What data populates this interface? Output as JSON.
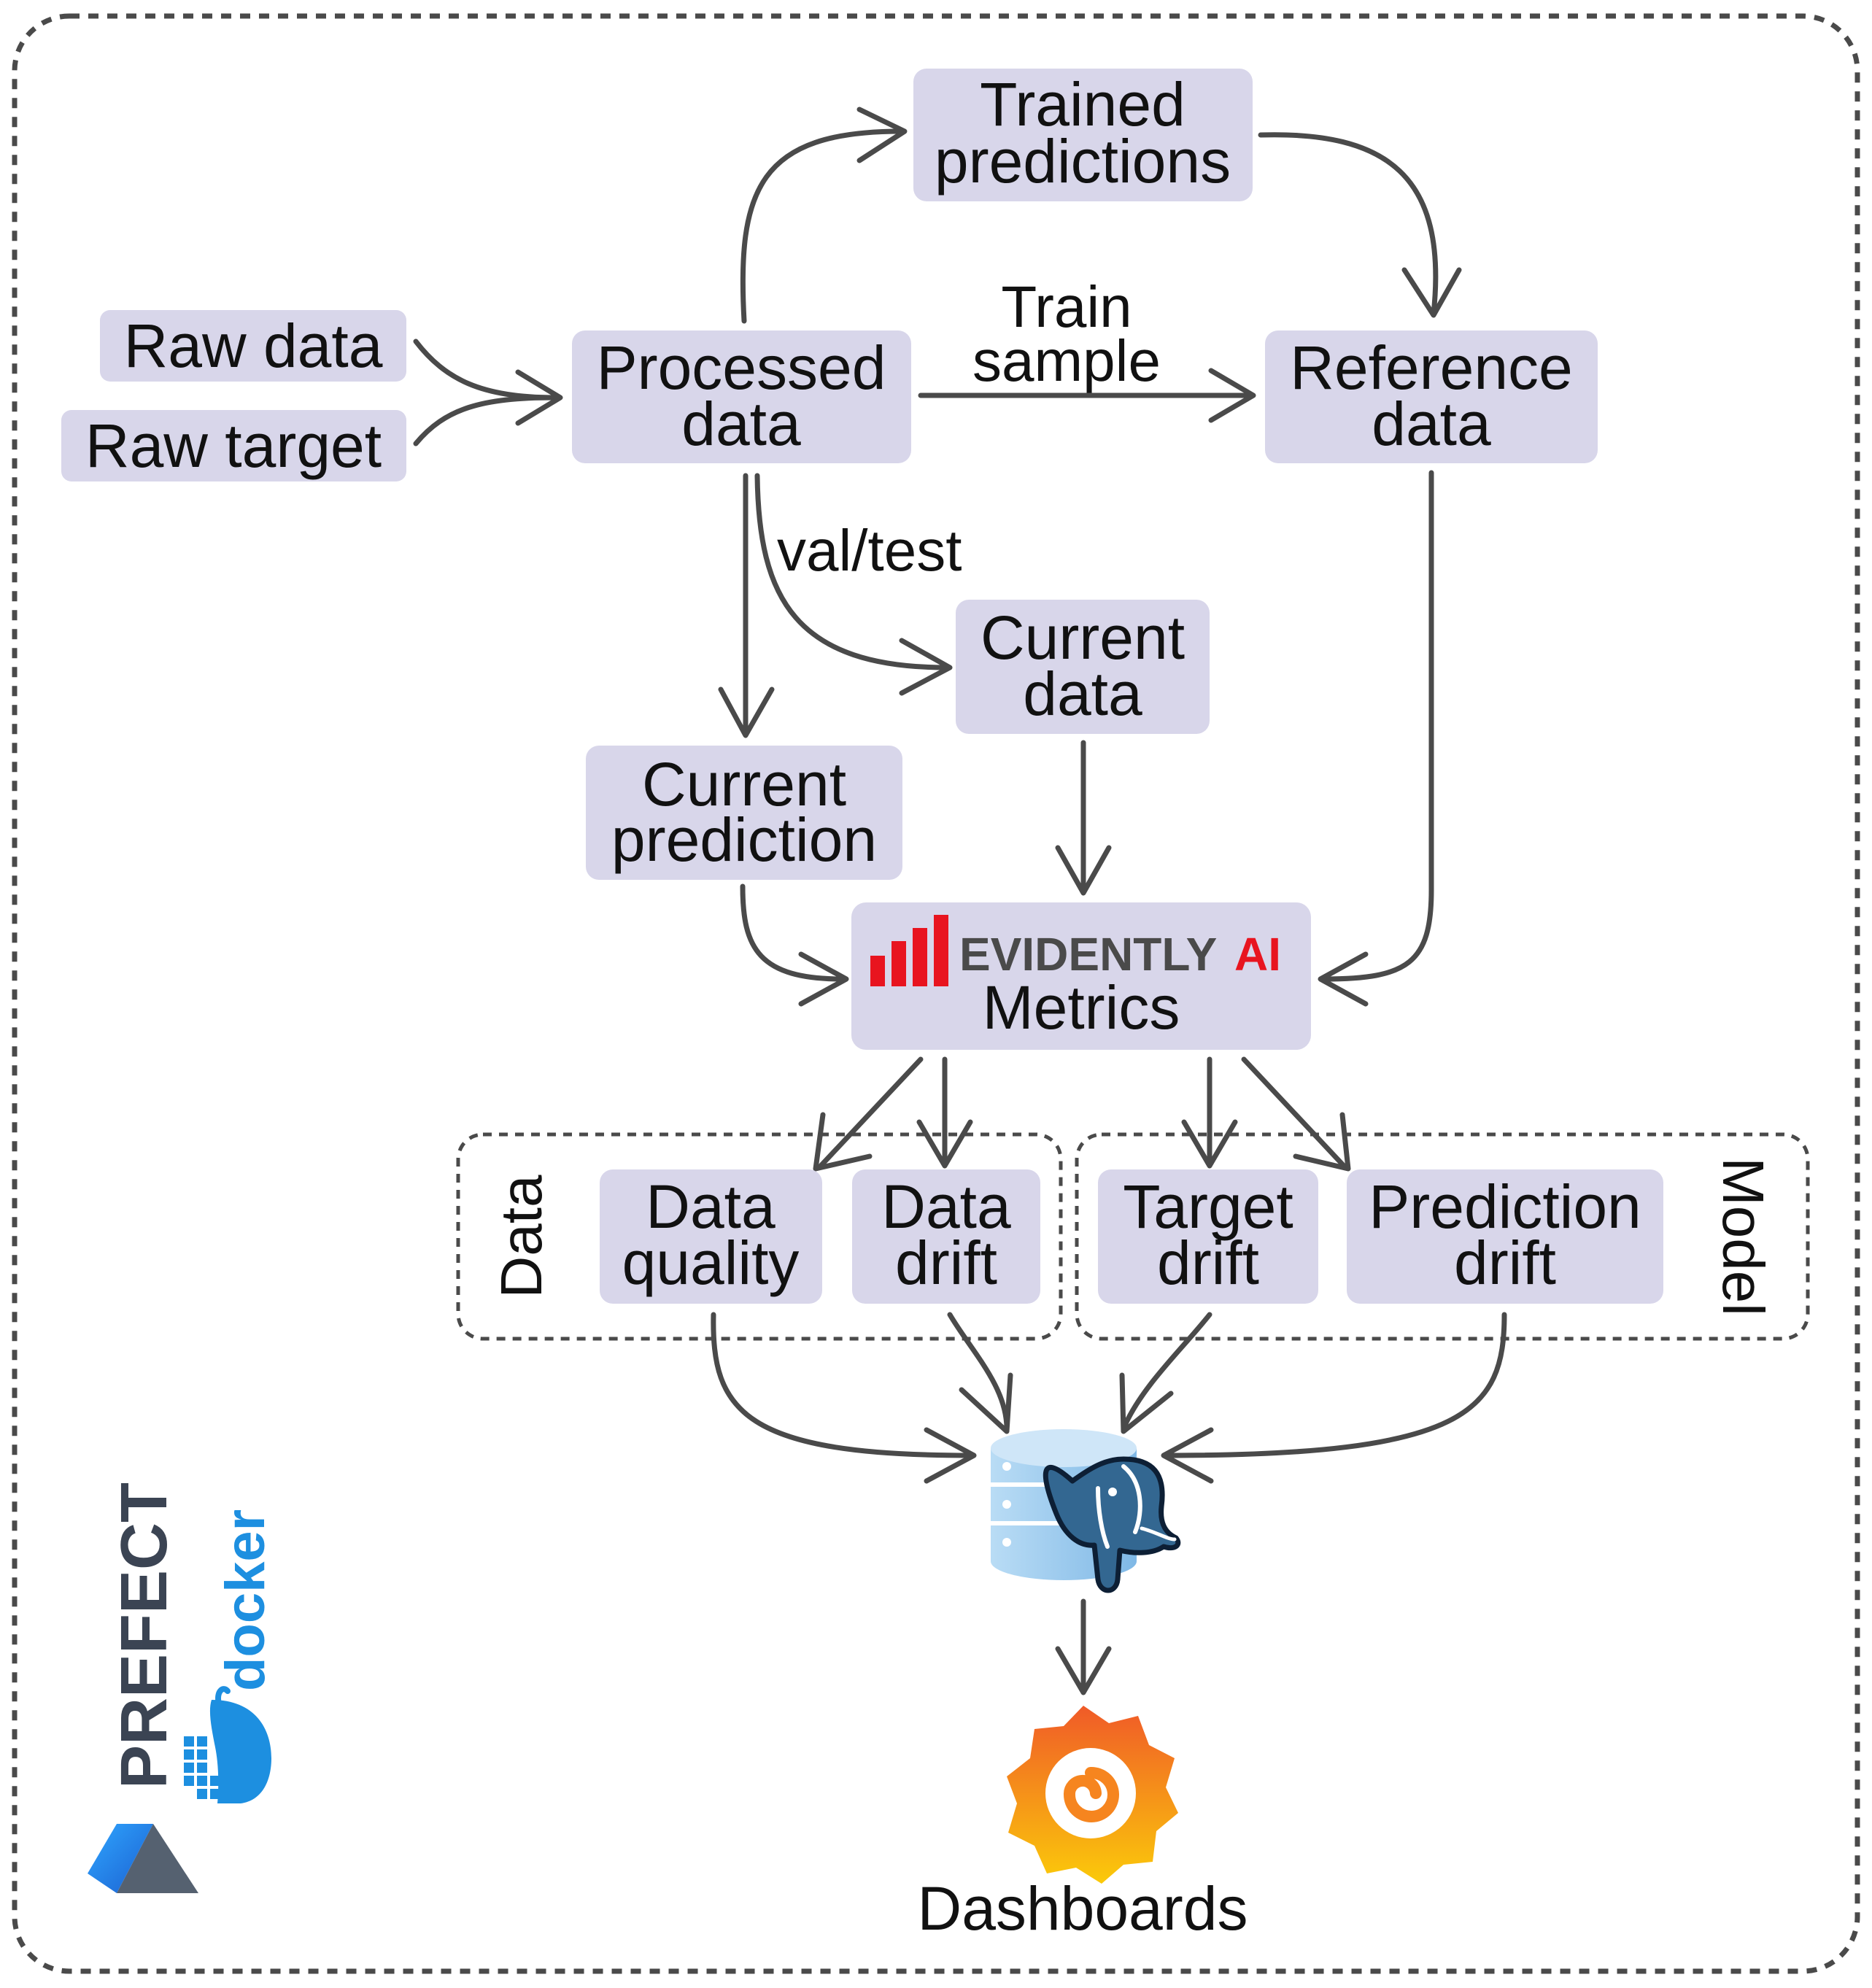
{
  "diagram": {
    "nodes": {
      "raw_data": "Raw data",
      "raw_target": "Raw target",
      "processed_data": [
        "Processed",
        "data"
      ],
      "trained_predictions": [
        "Trained",
        "predictions"
      ],
      "reference_data": [
        "Reference",
        "data"
      ],
      "current_data": [
        "Current",
        "data"
      ],
      "current_prediction": [
        "Current",
        "prediction"
      ],
      "metrics": "Metrics",
      "data_quality": [
        "Data",
        "quality"
      ],
      "data_drift": [
        "Data",
        "drift"
      ],
      "target_drift": [
        "Target",
        "drift"
      ],
      "prediction_drift": [
        "Prediction",
        "drift"
      ],
      "dashboards": "Dashboards"
    },
    "edge_labels": {
      "train_sample": [
        "Train",
        "sample"
      ],
      "val_test": "val/test"
    },
    "groups": {
      "data": "Data",
      "model": "Model"
    },
    "logos": {
      "evidently": {
        "word": "EVIDENTLY",
        "suffix": "AI",
        "accent": "#e8141f",
        "grey": "#4a4a4a"
      },
      "prefect": {
        "word": "PREFECT",
        "color": "#3b4453"
      },
      "docker": {
        "word": "docker",
        "color": "#1d8fe0"
      },
      "postgres": {
        "icon": "postgresql-elephant-icon",
        "color": "#336791"
      },
      "database": {
        "icon": "database-stack-icon",
        "color": "#9ecbee"
      },
      "grafana": {
        "icon": "grafana-icon",
        "color": "#f46800"
      }
    },
    "colors": {
      "node_fill": "#d8d6ea",
      "arrow": "#4a4a4a",
      "border": "#4a4a4a"
    }
  }
}
